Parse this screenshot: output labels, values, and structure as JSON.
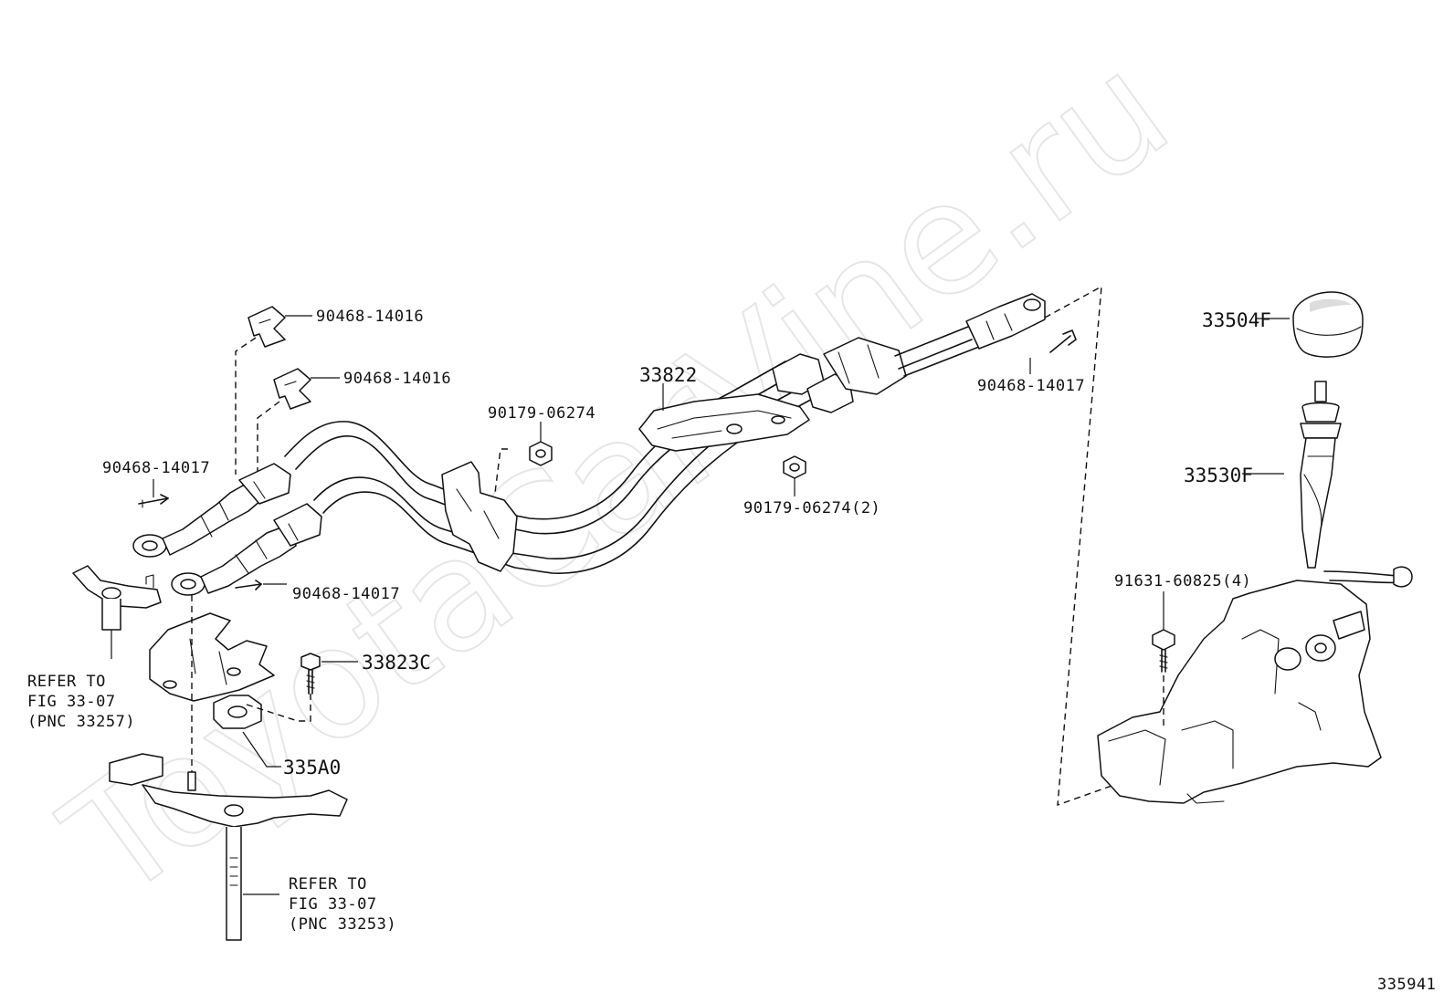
{
  "watermark": "ToyotaCarVine.ru",
  "figure_id": "335941",
  "labels": {
    "clip_upper_1": "90468-14016",
    "clip_upper_2": "90468-14016",
    "pin_left": "90468-14017",
    "pin_lower": "90468-14017",
    "pin_right": "90468-14017",
    "cable_assy": "33822",
    "nut_upper": "90179-06274",
    "nut_lower": "90179-06274(2)",
    "knob": "33504F",
    "lever": "33530F",
    "bolt_housing": "91631-60825(4)",
    "bolt_bracket": "33823C",
    "bracket": "335A0"
  },
  "refer_notes": {
    "upper": {
      "line1": "REFER TO",
      "line2": "FIG 33-07",
      "line3": "(PNC 33257)"
    },
    "lower": {
      "line1": "REFER TO",
      "line2": "FIG 33-07",
      "line3": "(PNC 33253)"
    }
  }
}
